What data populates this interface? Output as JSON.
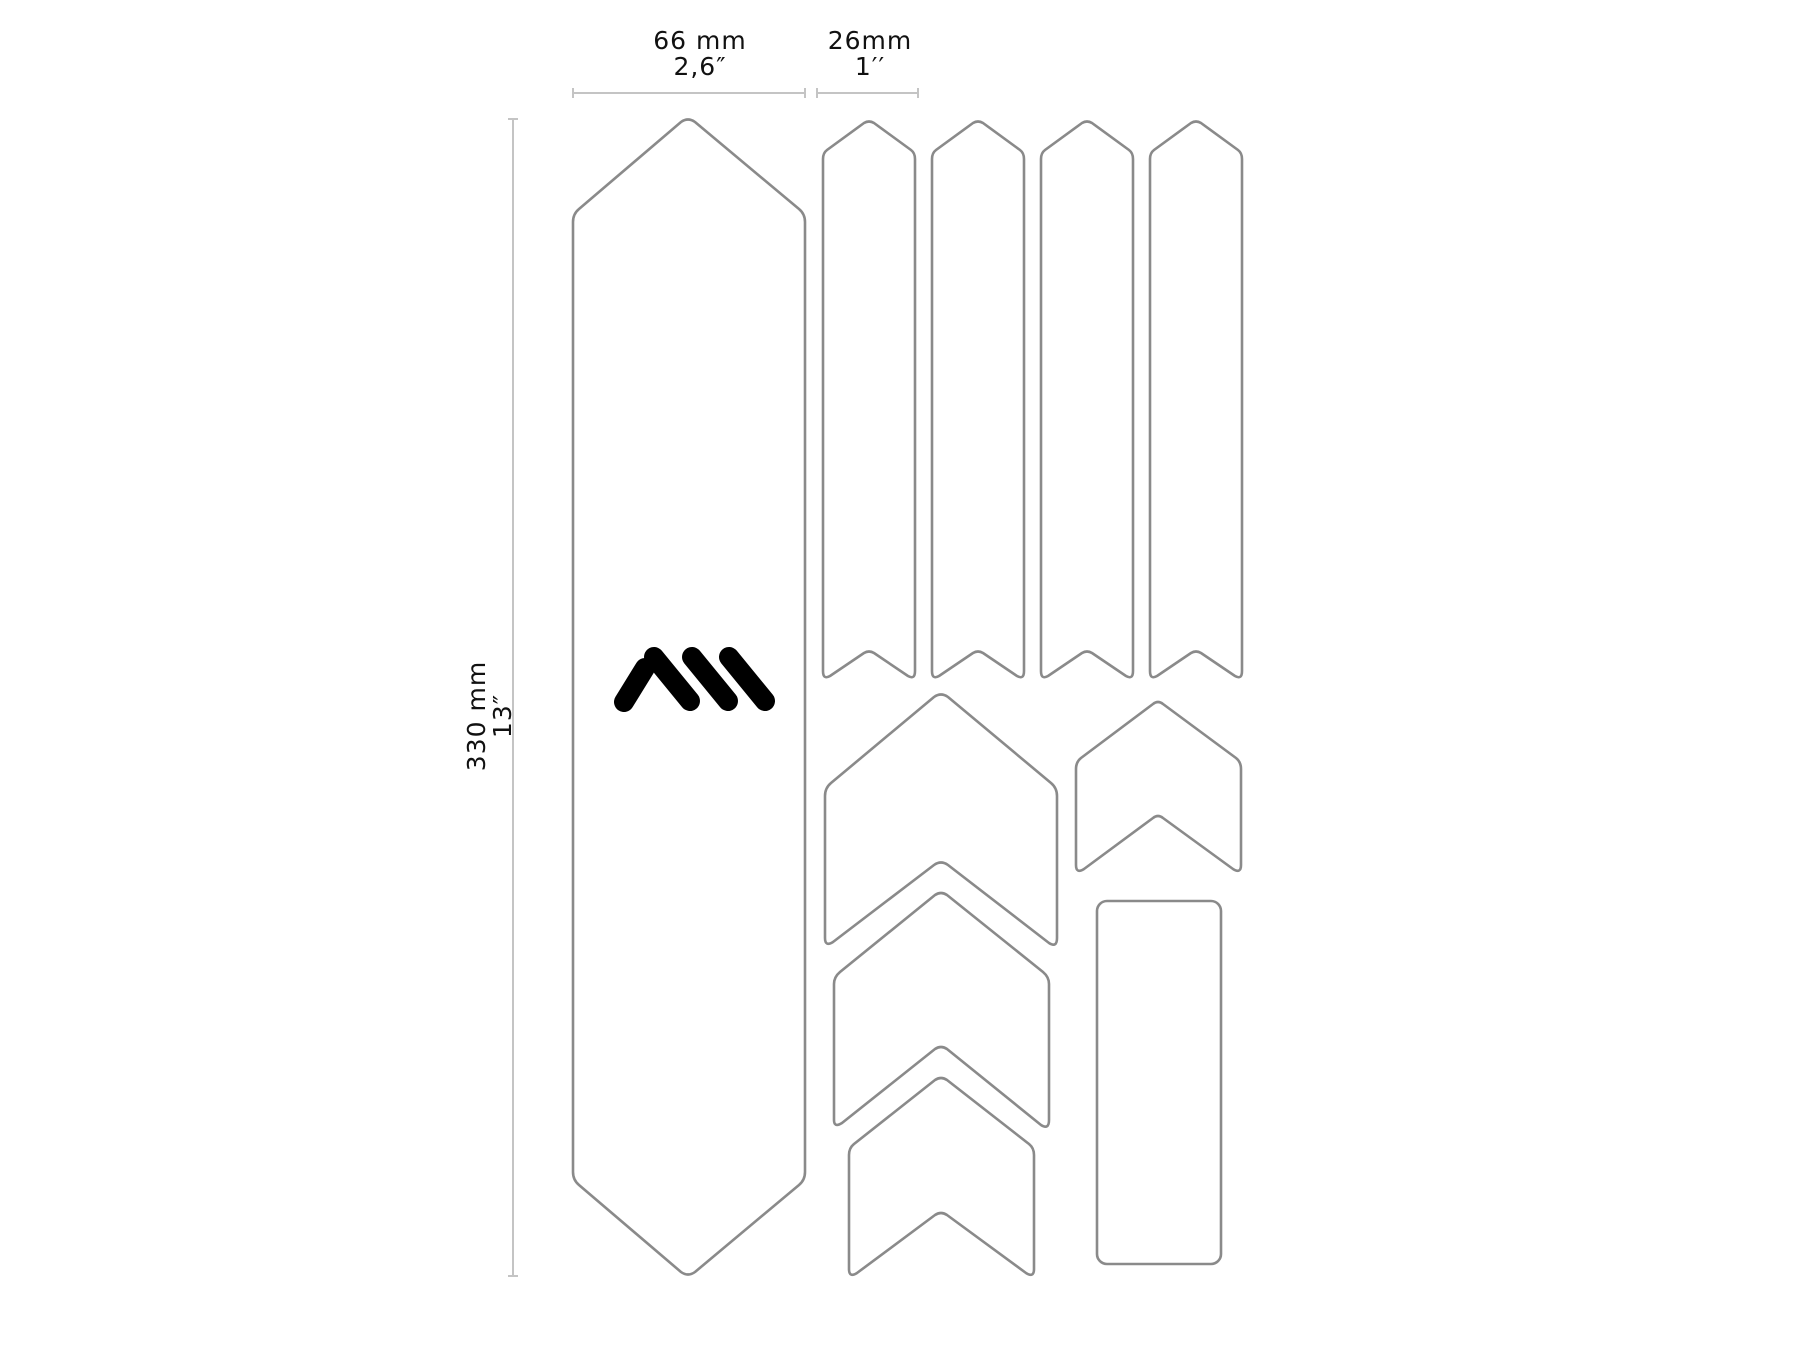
{
  "diagram": {
    "title": "Frame protection kit layout",
    "colors": {
      "background": "#ffffff",
      "outline": "#8a8a8a",
      "dimension_line": "#c4c4c4",
      "text": "#111111",
      "logo": "#000000"
    },
    "dimensions": {
      "large_width": {
        "metric": "66 mm",
        "imperial": "2,6″"
      },
      "strip_width": {
        "metric": "26mm",
        "imperial": "1′′"
      },
      "height": {
        "metric": "330 mm",
        "imperial": "13″"
      }
    },
    "pieces": [
      {
        "id": "large-hexagon",
        "shape": "elongated-hexagon",
        "count": 1
      },
      {
        "id": "narrow-strip",
        "shape": "notched-strip",
        "count": 4
      },
      {
        "id": "large-chevron",
        "shape": "chevron",
        "count": 1
      },
      {
        "id": "medium-chevron",
        "shape": "chevron",
        "count": 1
      },
      {
        "id": "small-chevron",
        "shape": "chevron",
        "count": 2
      },
      {
        "id": "rectangle",
        "shape": "rounded-rectangle",
        "count": 1
      }
    ],
    "logo": "brand-logo-icon"
  }
}
